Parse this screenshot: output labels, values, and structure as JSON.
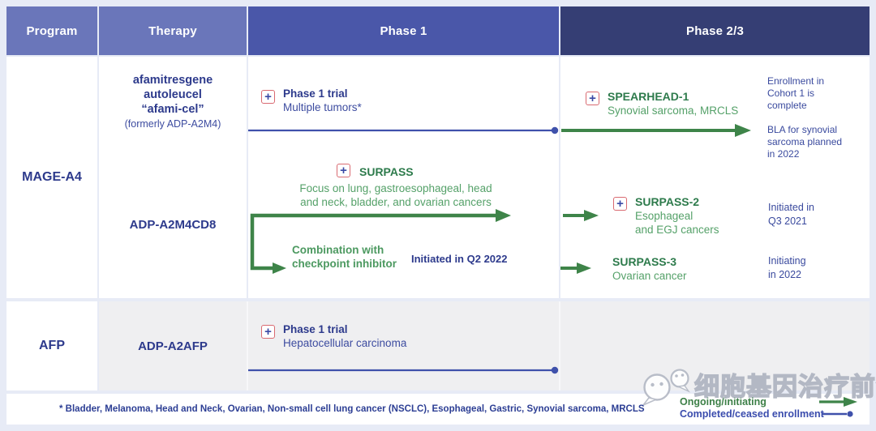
{
  "header": {
    "program": "Program",
    "therapy": "Therapy",
    "phase1": "Phase 1",
    "phase23": "Phase 2/3"
  },
  "mage": {
    "program": "MAGE-A4",
    "afami": {
      "name_line1": "afamitresgene",
      "name_line2": "autoleucel",
      "name_line3": "“afami-cel”",
      "formerly": "(formerly ADP-A2M4)",
      "phase1": {
        "title": "Phase 1 trial",
        "subtitle": "Multiple tumors*"
      },
      "spearhead": {
        "title": "SPEARHEAD-1",
        "subtitle": "Synovial sarcoma, MRCLS"
      },
      "note1": "Enrollment in Cohort 1 is complete",
      "note2": "BLA for synovial sarcoma planned in 2022"
    },
    "cd8": {
      "name": "ADP-A2M4CD8",
      "surpass": {
        "title": "SURPASS",
        "sub1": "Focus on lung, gastroesophageal, head",
        "sub2": "and neck, bladder, and ovarian cancers"
      },
      "combo": {
        "line1": "Combination with",
        "line2": "checkpoint inhibitor",
        "status": "Initiated in Q2 2022"
      },
      "surpass2": {
        "title": "SURPASS-2",
        "sub1": "Esophageal",
        "sub2": "and EGJ cancers",
        "status1": "Initiated in",
        "status2": "Q3 2021"
      },
      "surpass3": {
        "title": "SURPASS-3",
        "subtitle": "Ovarian cancer",
        "status1": "Initiating",
        "status2": "in 2022"
      }
    }
  },
  "afp": {
    "program": "AFP",
    "therapy": "ADP-A2AFP",
    "phase1": {
      "title": "Phase 1 trial",
      "subtitle": "Hepatocellular carcinoma"
    }
  },
  "footnote": {
    "text": "* Bladder, Melanoma, Head and Neck, Ovarian, Non-small cell lung cancer (NSCLC), Esophageal, Gastric, Synovial sarcoma, MRCLS"
  },
  "legend": {
    "ongoing": "Ongoing/initiating",
    "completed": "Completed/ceased enrollment"
  },
  "watermark": {
    "text": "细胞基因治疗前沿"
  },
  "icons": {
    "plus": "+"
  },
  "colors": {
    "header_light": "#6a76ba",
    "header_phase1": "#4a57a9",
    "header_phase23": "#353e74",
    "navy_text": "#2d3a8c",
    "green_title": "#2e7b4c",
    "green_sub": "#55a169",
    "arrow_green": "#3e8449",
    "line_blue": "#3f51ab",
    "plus_border": "#d96a71",
    "gray_row": "#efeff1",
    "background": "#e7ebf6"
  }
}
